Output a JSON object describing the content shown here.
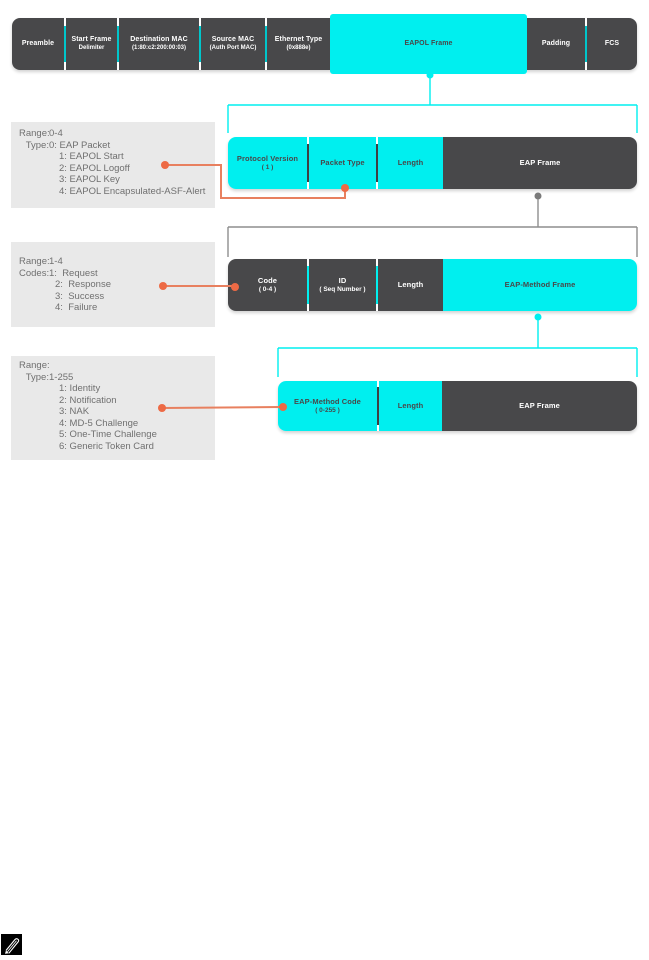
{
  "colors": {
    "cyan": "#00EFEF",
    "dark": "#48484A",
    "divider_teal": "#00C6CB",
    "box_bg": "#E9E9E9",
    "box_text": "#707070",
    "orange_line": "#E8805F",
    "orange_dot": "#ED6A45",
    "gray_line": "#8E8E8E",
    "gray_dot": "#7A7A7A"
  },
  "layer2_frame": {
    "segments": [
      {
        "lines": [
          "Preamble"
        ]
      },
      {
        "lines": [
          "Start Frame",
          "Delimiter"
        ]
      },
      {
        "lines": [
          "Destination MAC",
          "(1:80:c2:200:00:03)"
        ]
      },
      {
        "lines": [
          "Source MAC",
          "(Auth Port MAC)"
        ]
      },
      {
        "lines": [
          "Ethernet Type",
          "(0x888e)"
        ]
      },
      {
        "lines": [
          "EAPOL Frame"
        ]
      },
      {
        "lines": [
          "Padding"
        ]
      },
      {
        "lines": [
          "FCS"
        ]
      }
    ]
  },
  "eapol_frame": {
    "segments": [
      {
        "lines": [
          "Protocol Version",
          "( 1 )"
        ]
      },
      {
        "lines": [
          "Packet Type"
        ]
      },
      {
        "lines": [
          "Length"
        ]
      },
      {
        "lines": [
          "EAP Frame"
        ]
      }
    ]
  },
  "eap_frame": {
    "segments": [
      {
        "lines": [
          "Code",
          "( 0-4 )"
        ]
      },
      {
        "lines": [
          "ID",
          "( Seq Number )"
        ]
      },
      {
        "lines": [
          "Length"
        ]
      },
      {
        "lines": [
          "EAP-Method Frame"
        ]
      }
    ]
  },
  "eap_method_frame": {
    "segments": [
      {
        "lines": [
          "EAP-Method Code",
          "( 0-255 )"
        ]
      },
      {
        "lines": [
          "Length"
        ]
      },
      {
        "lines": [
          "EAP Frame"
        ]
      }
    ]
  },
  "notes": {
    "packet_type": {
      "lines": [
        {
          "label": "Range:",
          "value": "0-4"
        },
        {
          "label": "Type:",
          "value": "0: EAP Packet"
        },
        {
          "label": "",
          "value": "1: EAPOL Start"
        },
        {
          "label": "",
          "value": "2: EAPOL Logoff"
        },
        {
          "label": "",
          "value": "3: EAPOL Key"
        },
        {
          "label": "",
          "value": "4: EAPOL Encapsulated-ASF-Alert"
        }
      ]
    },
    "eap_codes": {
      "lines": [
        {
          "label": "Range:",
          "value": "1-4"
        },
        {
          "label": "Codes:",
          "value": "1:  Request"
        },
        {
          "label": "",
          "value": "2:  Response"
        },
        {
          "label": "",
          "value": "3:  Success"
        },
        {
          "label": "",
          "value": "4:  Failure"
        }
      ]
    },
    "eap_method_types": {
      "lines": [
        {
          "label": "Range:",
          "value": ""
        },
        {
          "label": "Type:",
          "value": "1-255"
        },
        {
          "label": "",
          "value": "1: Identity"
        },
        {
          "label": "",
          "value": "2: Notification"
        },
        {
          "label": "",
          "value": "3: NAK"
        },
        {
          "label": "",
          "value": "4: MD-5 Challenge"
        },
        {
          "label": "",
          "value": "5: One-Time Challenge"
        },
        {
          "label": "",
          "value": "6: Generic Token Card"
        }
      ]
    }
  },
  "footer": {
    "note_icon": "✎"
  }
}
